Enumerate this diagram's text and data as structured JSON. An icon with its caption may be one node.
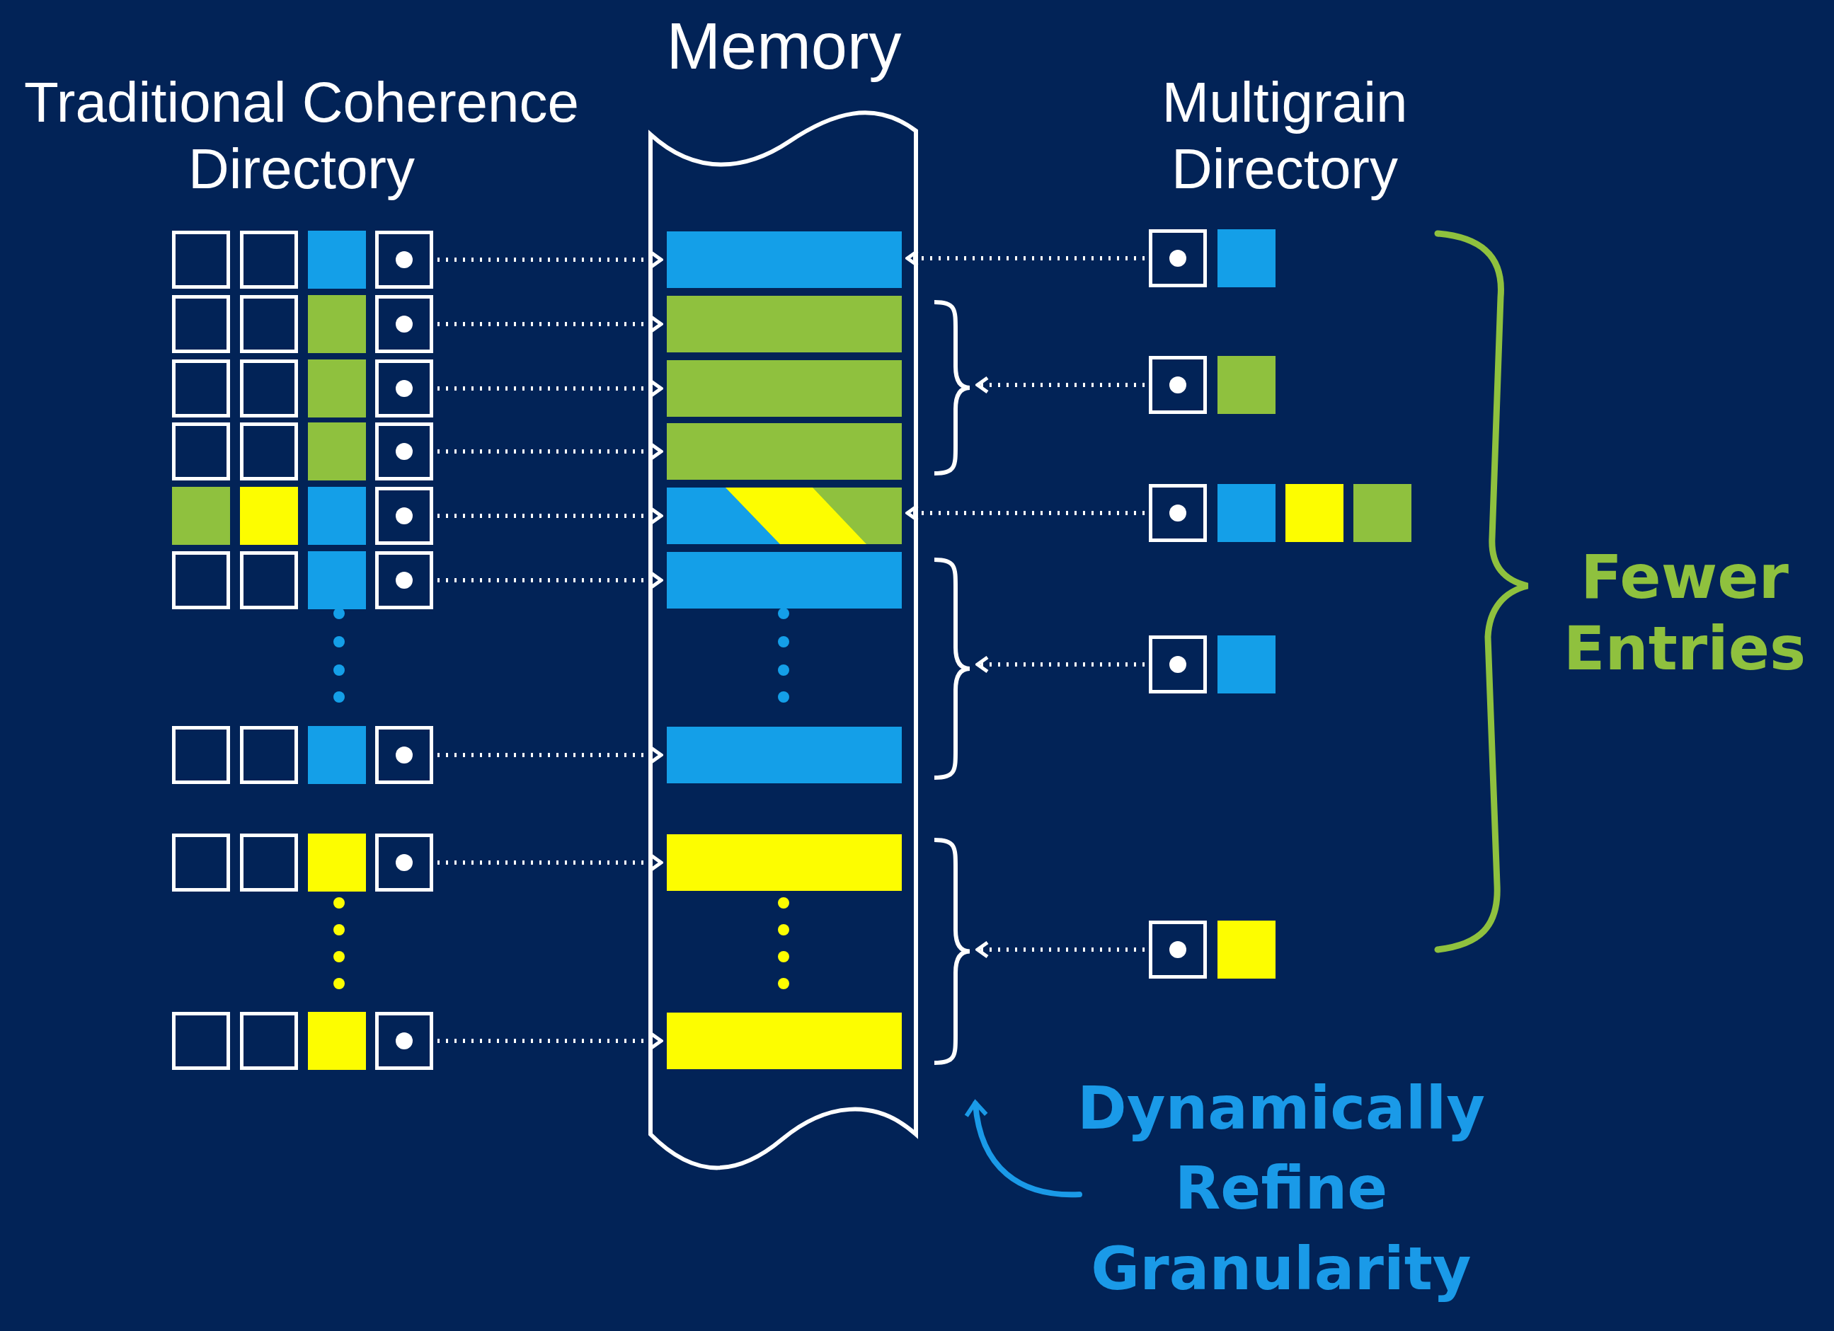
{
  "diagram": {
    "nodes": [
      {
        "text": [
          "Memory"
        ]
      },
      {
        "text": [],
        "shape": "bar",
        "in": 0
      },
      {
        "text": [],
        "shape": "bar",
        "in": 0
      },
      {
        "text": [],
        "shape": "bar",
        "in": 0
      },
      {
        "text": [],
        "shape": "bar",
        "in": 0
      },
      {
        "text": [],
        "shape": "bar",
        "in": 0
      },
      {
        "text": [],
        "shape": "bar",
        "in": 0
      },
      {
        "text": [],
        "shape": "bar",
        "in": 0
      },
      {
        "text": [],
        "shape": "bar",
        "in": 0
      },
      {
        "text": [],
        "shape": "bar",
        "in": 0
      },
      {
        "text": [],
        "shape": "box"
      },
      {
        "text": [],
        "shape": "box"
      },
      {
        "text": [],
        "shape": "box"
      },
      {
        "text": [],
        "shape": "box"
      },
      {
        "text": [],
        "shape": "box"
      },
      {
        "text": [],
        "shape": "box"
      },
      {
        "text": [],
        "shape": "box"
      },
      {
        "text": [],
        "shape": "box"
      },
      {
        "text": [],
        "shape": "box"
      },
      {
        "text": [],
        "shape": "box"
      },
      {
        "text": [],
        "shape": "box"
      },
      {
        "text": [],
        "shape": "box"
      },
      {
        "text": [],
        "shape": "box"
      },
      {
        "text": [],
        "shape": "box"
      },
      {
        "text": [],
        "shape": "brace"
      },
      {
        "text": [],
        "shape": "brace"
      },
      {
        "text": [],
        "shape": "brace"
      }
    ],
    "edges": [
      {
        "from": 10,
        "to": 1,
        "arrow": "to"
      },
      {
        "from": 11,
        "to": 2,
        "arrow": "to"
      },
      {
        "from": 12,
        "to": 3,
        "arrow": "to"
      },
      {
        "from": 13,
        "to": 4,
        "arrow": "to"
      },
      {
        "from": 14,
        "to": 5,
        "arrow": "to"
      },
      {
        "from": 15,
        "to": 6,
        "arrow": "to"
      },
      {
        "from": 16,
        "to": 7,
        "arrow": "to"
      },
      {
        "from": 17,
        "to": 8,
        "arrow": "to"
      },
      {
        "from": 18,
        "to": 9,
        "arrow": "to"
      },
      {
        "from": 19,
        "to": 1,
        "arrow": "to"
      },
      {
        "from": 20,
        "to": 24,
        "arrow": "to"
      },
      {
        "from": 21,
        "to": 5,
        "arrow": "to"
      },
      {
        "from": 22,
        "to": 25,
        "arrow": "to"
      },
      {
        "from": 23,
        "to": 26,
        "arrow": "to"
      }
    ],
    "labels": [
      "Traditional Coherence Directory",
      "Multigrain Directory",
      "Fewer Entries",
      "Dynamically Refine Granularity"
    ]
  }
}
